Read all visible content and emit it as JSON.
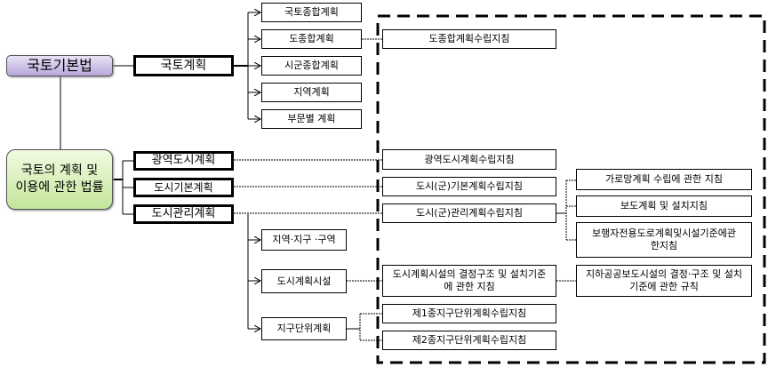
{
  "root_law": "국토기본법",
  "planning_law": "국토의 계획 및 이용에 관한 법률",
  "national": {
    "label": "국토계획",
    "children": [
      "국토종합계획",
      "도종합계획",
      "시군종합계획",
      "지역계획",
      "부문별 계획"
    ],
    "guideline": "도종합계획수립지침"
  },
  "urban": [
    {
      "label": "광역도시계획",
      "guideline": "광역도시계획수립지침"
    },
    {
      "label": "도시기본계획",
      "guideline": "도시(군)기본계획수립지침"
    },
    {
      "label": "도시관리계획",
      "guideline": "도시(군)관리계획수립지침"
    }
  ],
  "management_children": [
    "지역·지구 ·구역",
    "도시계획시설",
    "지구단위계획"
  ],
  "facility_guideline": "도시계획시설의 결정구조 및 설치기준에 관한 지침",
  "district_guidelines": [
    "제1종지구단위계획수립지침",
    "제2종지구단위계획수립지침"
  ],
  "related_guidelines": [
    "가로망계획 수립에 관한 지침",
    "보도계획 및 설치지침",
    "보행자전용도로계획및시설기준에관한지침"
  ],
  "underground_rule": "지하공공보도시설의 결정·구조 및 설치기준에 관한 규칙"
}
